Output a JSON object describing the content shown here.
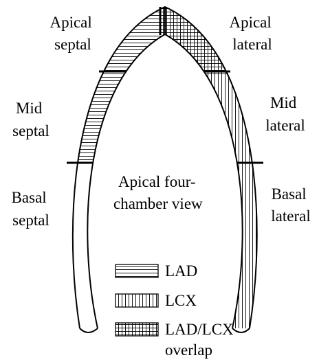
{
  "segments": {
    "apical_septal": [
      "Apical",
      "septal"
    ],
    "mid_septal": [
      "Mid",
      "septal"
    ],
    "basal_septal": [
      "Basal",
      "septal"
    ],
    "apical_lateral": [
      "Apical",
      "lateral"
    ],
    "mid_lateral": [
      "Mid",
      "lateral"
    ],
    "basal_lateral": [
      "Basal",
      "lateral"
    ]
  },
  "view_label": [
    "Apical four-",
    "chamber view"
  ],
  "legend": [
    {
      "pattern": "horizontal-lines",
      "label": "LAD"
    },
    {
      "pattern": "vertical-lines",
      "label": "LCX"
    },
    {
      "pattern": "grid",
      "label": "LAD/LCX",
      "label2": "overlap"
    }
  ],
  "colors": {
    "ink": "#000000",
    "background": "#ffffff"
  }
}
